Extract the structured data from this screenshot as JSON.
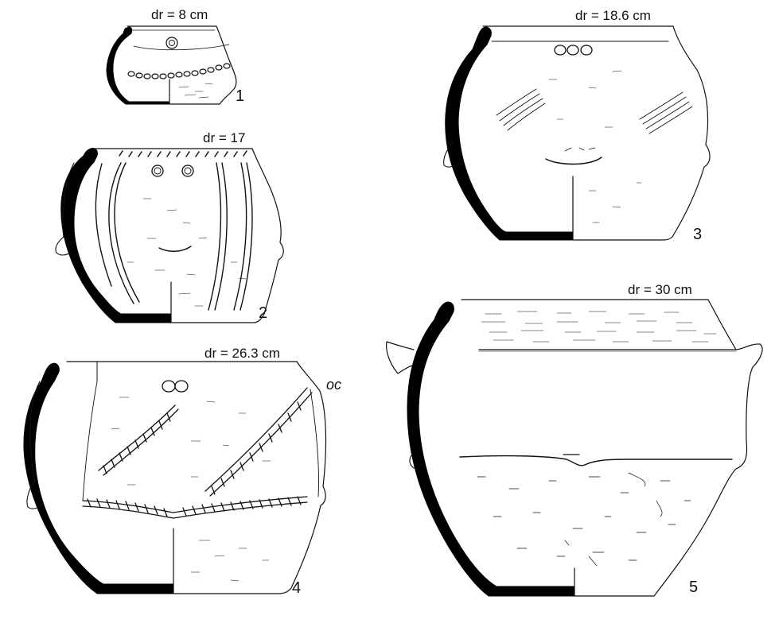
{
  "figure": {
    "vessels": [
      {
        "id": "1",
        "number": "1",
        "diameter_label": "dr = 8 cm"
      },
      {
        "id": "2",
        "number": "2",
        "diameter_label": "dr = 17"
      },
      {
        "id": "3",
        "number": "3",
        "diameter_label": "dr = 18.6 cm"
      },
      {
        "id": "4",
        "number": "4",
        "diameter_label": "dr = 26.3 cm"
      },
      {
        "id": "5",
        "number": "5",
        "diameter_label": "dr = 30 cm"
      }
    ],
    "colors": {
      "ink": "#111111",
      "section_fill": "#000000",
      "paper": "#ffffff"
    }
  }
}
